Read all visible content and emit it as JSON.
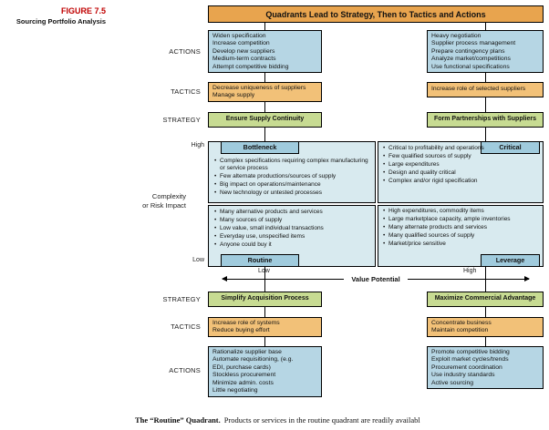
{
  "figure": {
    "label": "FIGURE 7.5",
    "title": "Sourcing Portfolio Analysis"
  },
  "banner": {
    "text": "Quadrants Lead to Strategy, Then to Tactics and Actions"
  },
  "labels": {
    "actions": "ACTIONS",
    "tactics": "TACTICS",
    "strategy": "STRATEGY"
  },
  "top": {
    "left": {
      "actions": [
        "Widen specification",
        "Increase competition",
        "Develop new suppliers",
        "Medium-term contracts",
        "Attempt competitive bidding"
      ],
      "tactics": [
        "Decrease uniqueness of suppliers",
        "Manage supply"
      ],
      "strategy": "Ensure Supply Continuity"
    },
    "right": {
      "actions": [
        "Heavy negotiation",
        "Supplier process management",
        "Prepare contingency plans",
        "Analyze market/competitions",
        "Use functional specifications"
      ],
      "tactics": [
        "Increase role of selected suppliers"
      ],
      "strategy": "Form Partnerships with Suppliers"
    }
  },
  "matrix": {
    "y_axis": {
      "line1": "Complexity",
      "line2": "or Risk Impact",
      "high": "High",
      "low": "Low"
    },
    "x_axis": {
      "label": "Value Potential",
      "low": "Low",
      "high": "High"
    },
    "bottleneck": {
      "title": "Bottleneck",
      "items": [
        "Complex specifications requiring complex manufacturing or service process",
        "Few alternate productions/sources of supply",
        "Big impact on operations/maintenance",
        "New technology or untested processes"
      ]
    },
    "critical": {
      "title": "Critical",
      "items": [
        "Critical to profitability and operations",
        "Few qualified sources of supply",
        "Large expenditures",
        "Design and quality critical",
        "Complex and/or rigid specification"
      ]
    },
    "routine": {
      "title": "Routine",
      "items": [
        "Many alternative products and services",
        "Many sources of supply",
        "Low value, small individual transactions",
        "Everyday use, unspecified items",
        "Anyone could buy it"
      ]
    },
    "leverage": {
      "title": "Leverage",
      "items": [
        "High expenditures, commodity items",
        "Large marketplace capacity, ample inventories",
        "Many alternate products and services",
        "Many qualified sources of supply",
        "Market/price sensitive"
      ]
    }
  },
  "bottom": {
    "left": {
      "strategy": "Simplify Acquisition Process",
      "tactics": [
        "Increase role of systems",
        "Reduce buying effort"
      ],
      "actions": [
        "Rationalize supplier base",
        "Automate requisitioning, (e.g.",
        "EDI, purchase cards)",
        "Stockless procurement",
        "Minimize admin. costs",
        "Little negotiating"
      ]
    },
    "right": {
      "strategy": "Maximize Commercial Advantage",
      "tactics": [
        "Concentrate business",
        "Maintain competition"
      ],
      "actions": [
        "Promote competitive bidding",
        "Exploit market cycles/trends",
        "Procurement coordination",
        "Use industry standards",
        "Active sourcing"
      ]
    }
  },
  "caption": {
    "lead": "The “Routine” Quadrant.",
    "text": "Products or services in the routine quadrant are readily availabl"
  },
  "colors": {
    "banner_orange": "#E8A44E",
    "tactics_orange": "#F2C178",
    "actions_blue": "#B6D6E4",
    "strategy_green": "#C7DB92",
    "quadrant_bg": "#D8EAEF",
    "quadrant_header_blue": "#A0CBDD",
    "figure_label_red": "#C00000"
  }
}
